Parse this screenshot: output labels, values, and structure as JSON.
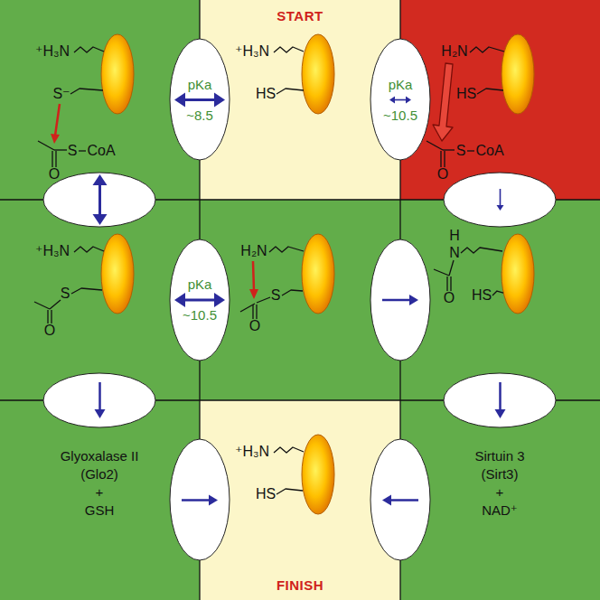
{
  "diagram": {
    "nodes": [
      {
        "text": [
          "⁺H₃N",
          "S⁻",
          "S",
          "CoA",
          "O"
        ]
      },
      {
        "text": [
          "START",
          "⁺H₃N",
          "HS"
        ]
      },
      {
        "text": [
          "H₂N",
          "HS",
          "S",
          "CoA",
          "O"
        ]
      },
      {
        "text": [
          "⁺H₃N",
          "S",
          "O"
        ]
      },
      {
        "text": [
          "H₂N",
          "S",
          "O"
        ]
      },
      {
        "text": [
          "H",
          "N",
          "O",
          "HS"
        ]
      },
      {
        "text": [
          "Glyoxalase II",
          "(Glo2)",
          "+",
          "GSH"
        ]
      },
      {
        "text": [
          "⁺H₃N",
          "HS",
          "FINISH"
        ]
      },
      {
        "text": [
          "Sirtuin 3",
          "(Sirt3)",
          "+",
          "NAD⁺"
        ]
      }
    ],
    "edges": [
      {
        "from": 1,
        "to": 0,
        "arrow": "both",
        "label": "pKa ~8.5"
      },
      {
        "from": 1,
        "to": 2,
        "arrow": "both",
        "label": "pKa ~10.5"
      },
      {
        "from": 0,
        "to": 3,
        "arrow": "both"
      },
      {
        "from": 2,
        "to": 5,
        "arrow": "to"
      },
      {
        "from": 3,
        "to": 4,
        "arrow": "both",
        "label": "pKa ~10.5"
      },
      {
        "from": 4,
        "to": 5,
        "arrow": "to"
      },
      {
        "from": 3,
        "to": 6,
        "arrow": "to"
      },
      {
        "from": 5,
        "to": 8,
        "arrow": "to"
      },
      {
        "from": 6,
        "to": 7,
        "arrow": "to"
      },
      {
        "from": 8,
        "to": 7,
        "arrow": "to"
      }
    ]
  }
}
